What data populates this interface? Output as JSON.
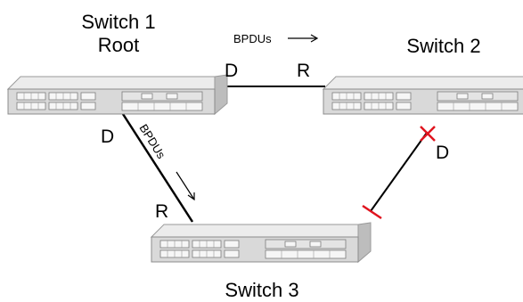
{
  "switches": [
    {
      "id": "s1",
      "name": "Switch 1",
      "role": "Root"
    },
    {
      "id": "s2",
      "name": "Switch 2"
    },
    {
      "id": "s3",
      "name": "Switch 3"
    }
  ],
  "links": [
    {
      "from": "s1",
      "to": "s2",
      "from_port": "D",
      "to_port": "R",
      "bpdu_label": "BPDUs"
    },
    {
      "from": "s1",
      "to": "s3",
      "from_port": "D",
      "to_port": "R",
      "bpdu_label": "BPDUs"
    },
    {
      "from": "s2",
      "to": "s3",
      "from_port": "D",
      "blocked": true
    }
  ],
  "colors": {
    "line": "#000000",
    "blocked": "#e0141e",
    "switch_body": "#d9d9d9",
    "switch_edge": "#8c8c8c"
  }
}
